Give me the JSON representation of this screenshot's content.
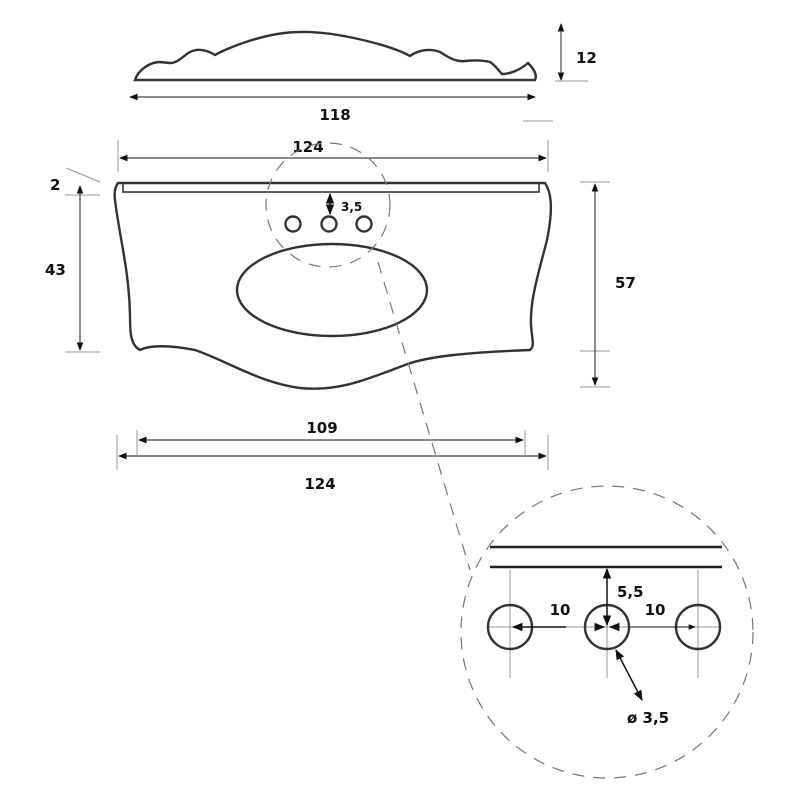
{
  "dimensions": {
    "backsplash_width": "118",
    "backsplash_height": "12",
    "top_width": "124",
    "slab_thickness": "2",
    "depth_left": "43",
    "depth_total": "57",
    "inner_width": "109",
    "bottom_width": "124",
    "hole_offset": "3,5"
  },
  "detail": {
    "spacing_left": "10",
    "spacing_right": "10",
    "hole_offset": "5,5",
    "hole_diameter": "ø 3,5"
  }
}
